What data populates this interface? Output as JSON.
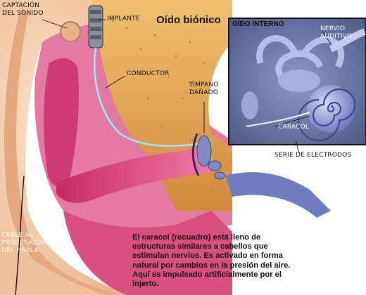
{
  "title": "Oído biónico",
  "inset_title": "OÍDO INTERNO",
  "labels": {
    "sound_capture": "CAPTACIÓN DEL SONIDO",
    "implant": "IMPLANTE",
    "conductor": "CONDUCTOR",
    "damaged_eardrum": "TÍMPANO DAÑADO",
    "auditory_nerve": "NERVIO AUDITIVO",
    "cochlea": "CARACOL",
    "electrode_array": "SERIE DE ELECTRODOS",
    "processor_cable": "CABLE AL PROCESADOR DEL HABLA"
  },
  "caption": "El caracol (recuadro) está lleno de estructuras similares a cabellos que estimulan nervios. Es activado en forma natural por cambios en la presión del aire. Aquí es impulsado artificialmente por el injerto.",
  "colors": {
    "skin": "#f3c79f",
    "flesh": "#e27aa2",
    "canal": "#d8346f",
    "bone": "#e8b15a",
    "inset_bg": "#6f7da8",
    "labyrinth": "#9aa6d6"
  }
}
